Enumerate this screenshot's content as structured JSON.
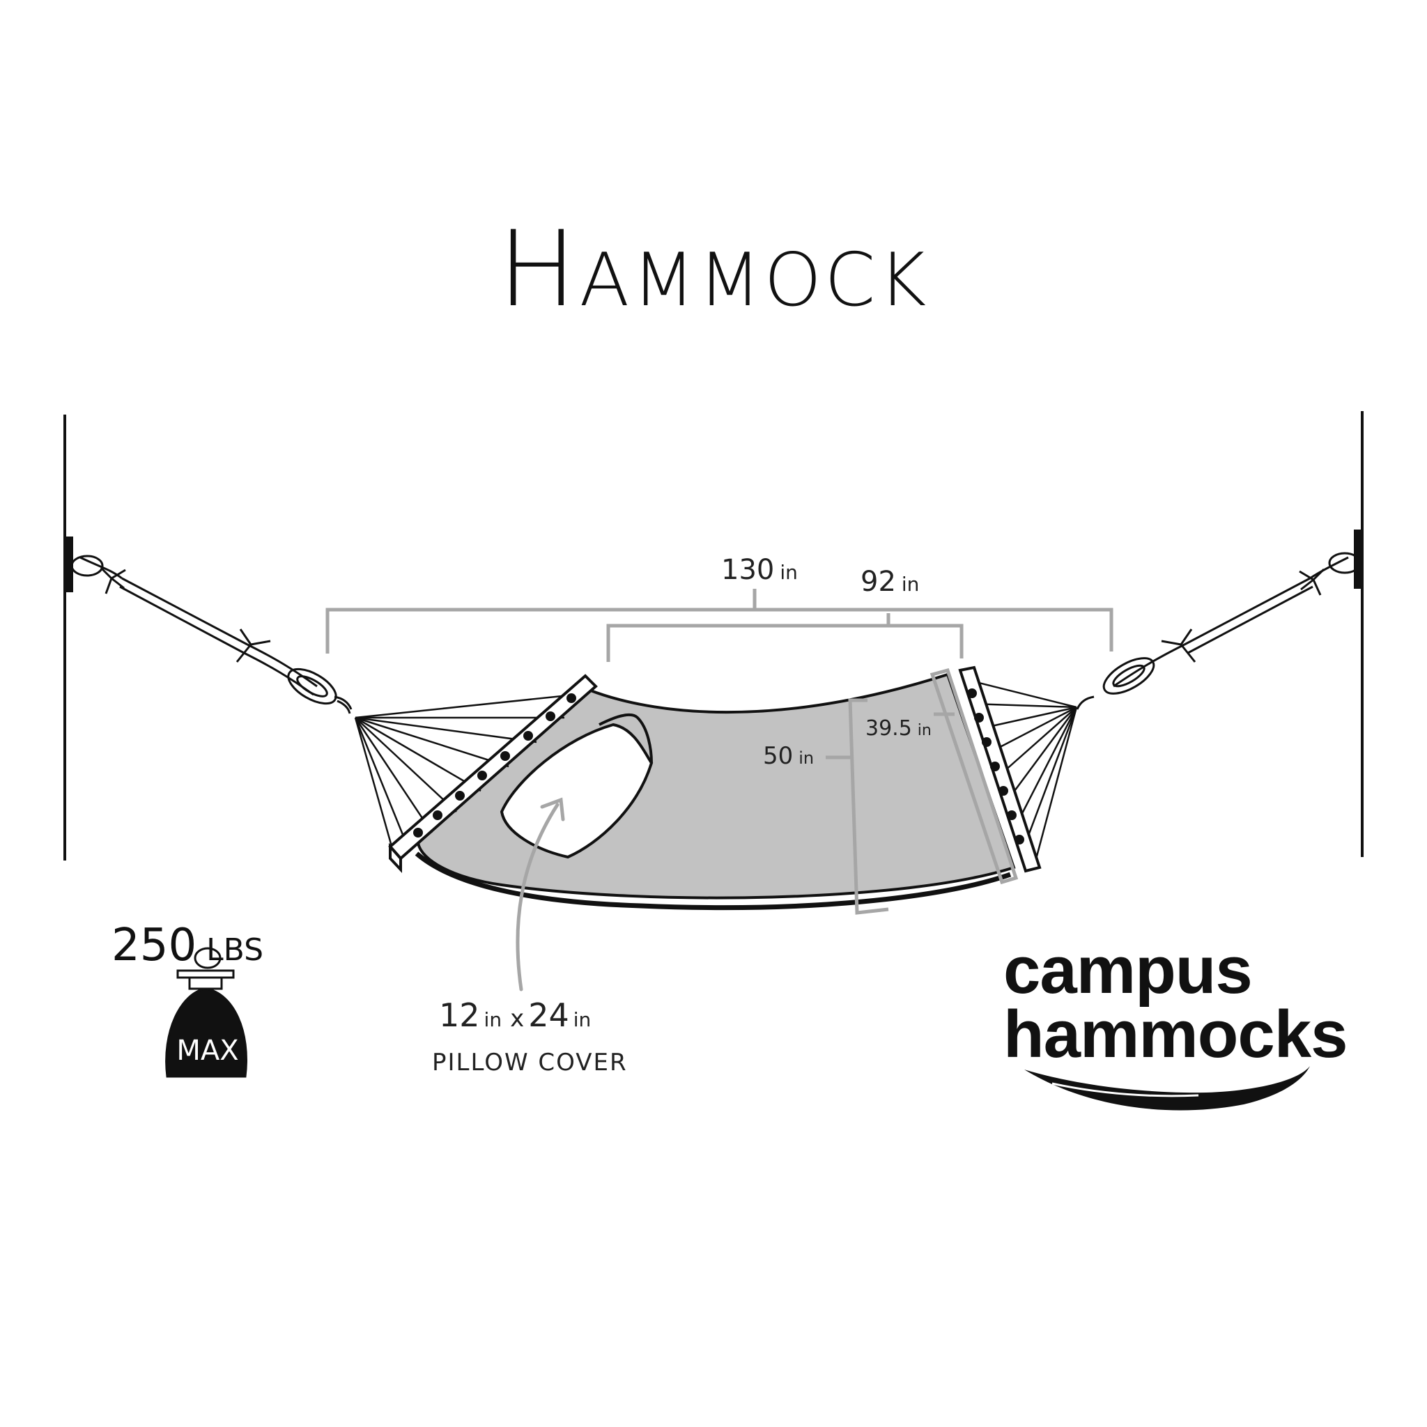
{
  "title": "Hammock",
  "dimensions": {
    "overall_length": {
      "value": "130",
      "unit": "in"
    },
    "bed_length": {
      "value": "92",
      "unit": "in"
    },
    "bed_width": {
      "value": "50",
      "unit": "in"
    },
    "spreader_bar": {
      "value": "39.5",
      "unit": "in"
    }
  },
  "pillow": {
    "width_value": "12",
    "length_value": "24",
    "unit": "in",
    "separator": "x",
    "caption": "PILLOW COVER"
  },
  "weight_limit": {
    "value": "250",
    "unit": "LBS",
    "badge": "MAX"
  },
  "brand": {
    "line1": "campus",
    "line2": "hammocks"
  },
  "colors": {
    "fabric": "#c2c2c2",
    "dimension_lines": "#a6a6a6",
    "ink": "#111111"
  }
}
